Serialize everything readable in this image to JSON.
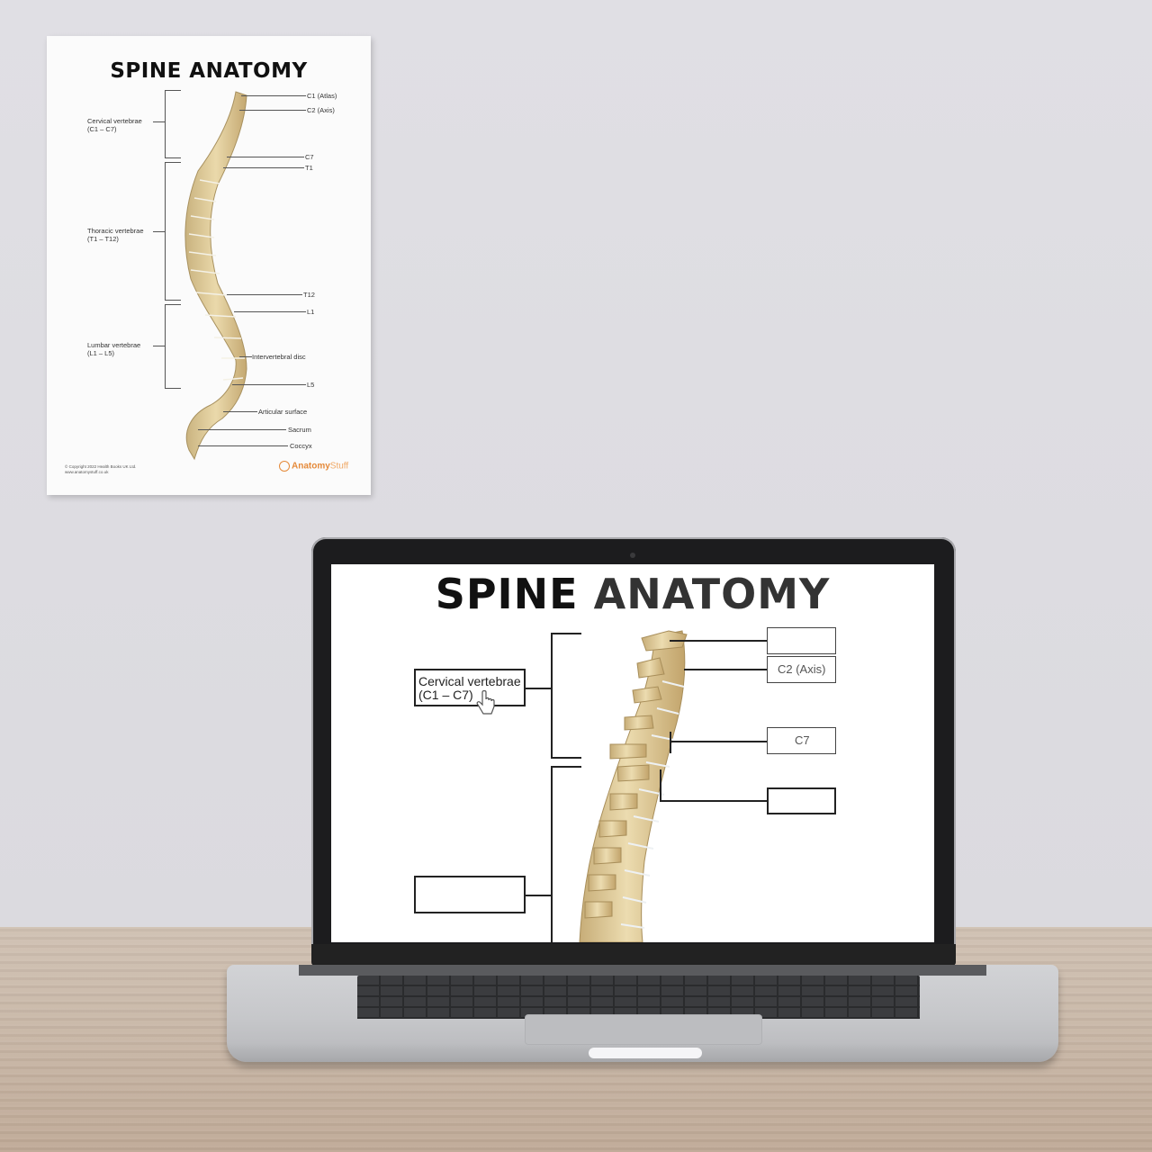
{
  "scene": {
    "description": "Spine anatomy poster on wall and laptop on desk showing interactive labelling exercise",
    "colors": {
      "wall": "#dfdee3",
      "desk": "#c9b8a8",
      "bone": "#e3d3a6",
      "logo_orange": "#e58a3a"
    }
  },
  "poster": {
    "title": "SPINE ANATOMY",
    "left_labels": [
      {
        "text": "Cervical vertebrae\n(C1 – C7)"
      },
      {
        "text": "Thoracic vertebrae\n(T1 – T12)"
      },
      {
        "text": "Lumbar vertebrae\n(L1 – L5)"
      }
    ],
    "right_labels": [
      {
        "text": "C1 (Atlas)"
      },
      {
        "text": "C2 (Axis)"
      },
      {
        "text": "C7"
      },
      {
        "text": "T1"
      },
      {
        "text": "T12"
      },
      {
        "text": "L1"
      },
      {
        "text": "Intervertebral disc"
      },
      {
        "text": "L5"
      },
      {
        "text": "Articular surface"
      },
      {
        "text": "Sacrum"
      },
      {
        "text": "Coccyx"
      }
    ],
    "copyright": "© Copyright 2022 Health Books UK Ltd.\nwww.anatomystuff.co.uk",
    "logo": {
      "bold": "Anatomy",
      "light": "Stuff"
    }
  },
  "laptop": {
    "screen": {
      "title_part1": "SPINE ",
      "title_part2": "ANATOMY",
      "left_boxes": [
        {
          "text": "Cervical vertebrae\n(C1 – C7)",
          "filled": true
        },
        {
          "text": "",
          "filled": false
        }
      ],
      "right_boxes": [
        {
          "text": "",
          "filled": false
        },
        {
          "text": "C2 (Axis)",
          "filled": true
        },
        {
          "text": "C7",
          "filled": true
        },
        {
          "text": "",
          "filled": false
        }
      ],
      "cursor": "hand-pointer"
    }
  }
}
